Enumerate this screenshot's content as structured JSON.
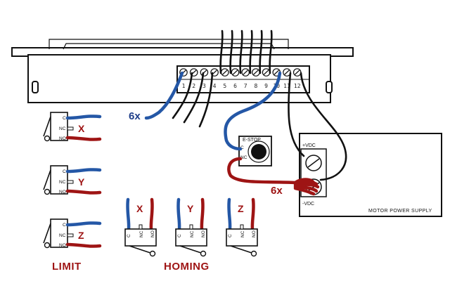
{
  "terminal_numbers": [
    "1",
    "2",
    "3",
    "4",
    "5",
    "6",
    "7",
    "8",
    "9",
    "10",
    "11",
    "12"
  ],
  "labels": {
    "blue_multiplier": "6x",
    "red_multiplier": "6x",
    "estop": "E-STOP",
    "psu_title": "MOTOR POWER SUPPLY",
    "psu_vdc_pos": "+VDC",
    "psu_vdc_neg": "-VDC",
    "limit_group": "LIMIT",
    "homing_group": "HOMING"
  },
  "switch_pins": {
    "c": "C",
    "nc": "NC",
    "no": "NO"
  },
  "limit_switches": [
    {
      "axis": "X"
    },
    {
      "axis": "Y"
    },
    {
      "axis": "Z"
    }
  ],
  "homing_switches": [
    {
      "axis": "X"
    },
    {
      "axis": "Y"
    },
    {
      "axis": "Z"
    }
  ],
  "colors": {
    "blue_wire": "#2457a6",
    "red_wire": "#9e1414",
    "black_wire": "#111111"
  }
}
